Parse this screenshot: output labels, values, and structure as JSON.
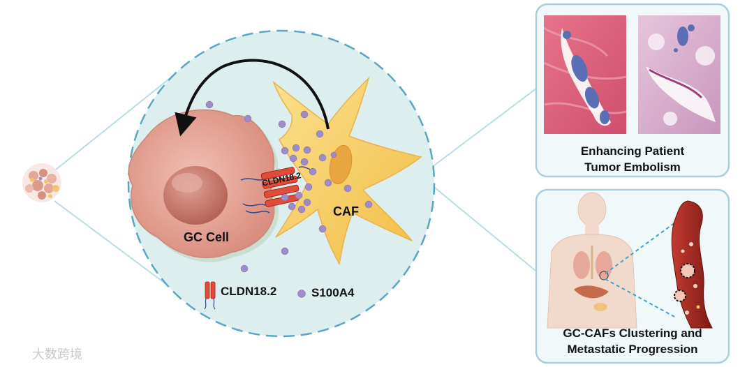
{
  "diagram": {
    "cell_labels": {
      "gc_cell": "GC Cell",
      "caf": "CAF",
      "receptor": "CLDN18.2"
    },
    "legend": {
      "receptor": "CLDN18.2",
      "protein": "S100A4"
    },
    "panels": {
      "top": {
        "line1": "Enhancing Patient",
        "line2": "Tumor Embolism"
      },
      "bottom": {
        "line1": "GC-CAFs Clustering and",
        "line2": "Metastatic Progression"
      }
    },
    "watermark": "大数跨境",
    "colors": {
      "circle_fill": "#dceeee",
      "circle_border": "#5aa6c2",
      "gc_cell": "#e7a99c",
      "gc_nucleus": "#c7776b",
      "caf": "#f6cf63",
      "caf_nucleus": "#e9a640",
      "receptor": "#e24b3a",
      "protein": "#9f8cc6",
      "panel_border": "#a9cfdd"
    }
  }
}
